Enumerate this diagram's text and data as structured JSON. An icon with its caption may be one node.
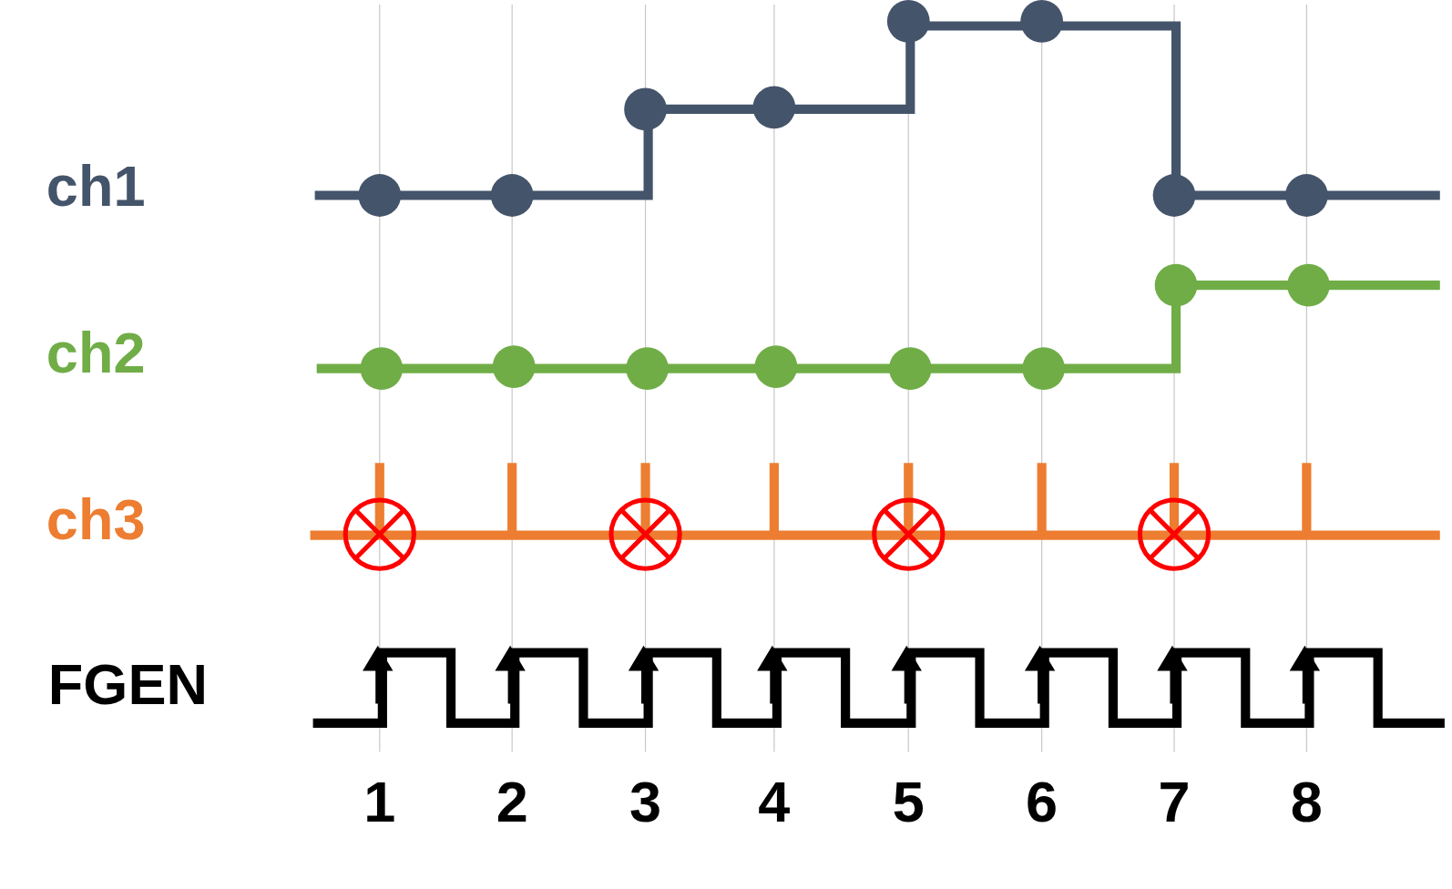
{
  "diagram": {
    "labels": [
      "ch1",
      "ch2",
      "ch3",
      "FGEN",
      "1",
      "2",
      "3",
      "4",
      "5",
      "6",
      "7",
      "8"
    ]
  }
}
